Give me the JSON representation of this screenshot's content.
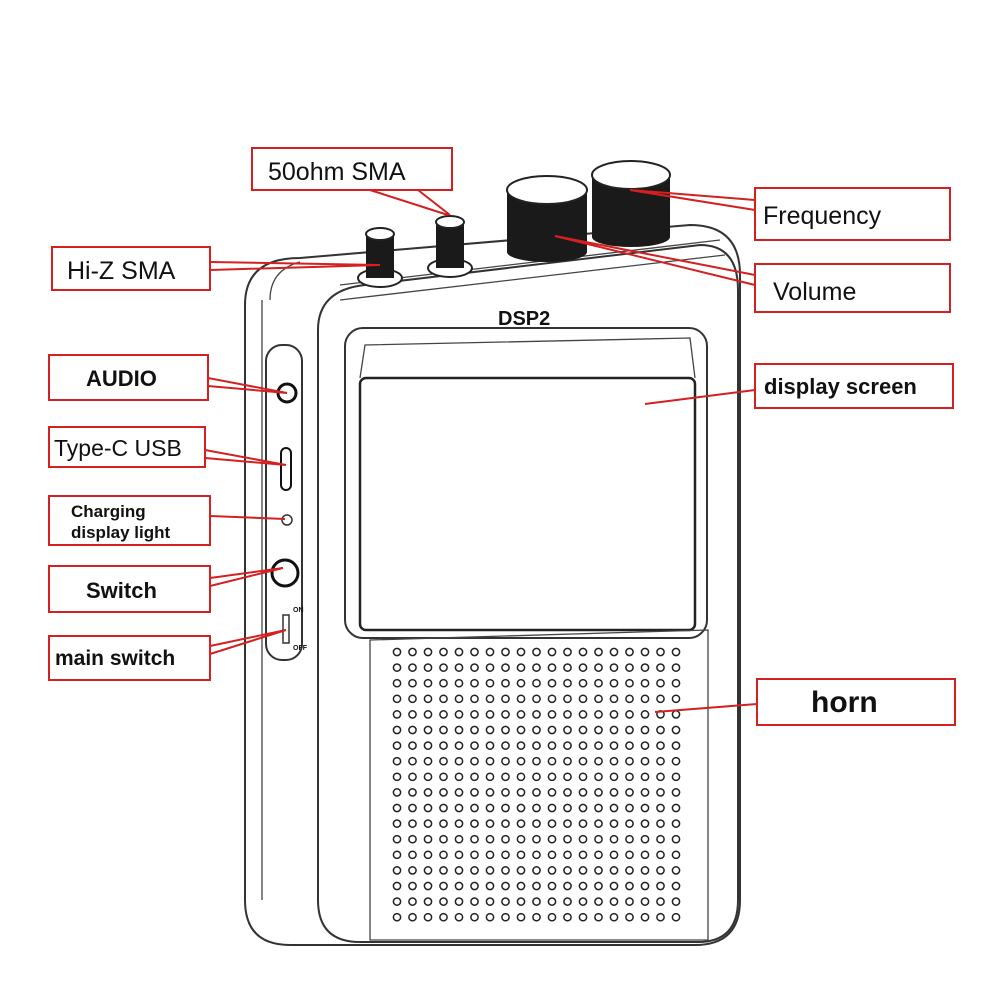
{
  "device": {
    "model": "DSP2",
    "switch_on": "ON",
    "switch_off": "OFF"
  },
  "callouts": {
    "sma_50ohm": "50ohm SMA",
    "hiz_sma": "Hi-Z SMA",
    "frequency": "Frequency",
    "volume": "Volume",
    "display_screen": "display screen",
    "audio": "AUDIO",
    "type_c_usb": "Type-C USB",
    "charging_line1": "Charging",
    "charging_line2": "display light",
    "switch": "Switch",
    "main_switch": "main switch",
    "horn": "horn"
  },
  "colors": {
    "callout": "#d42020",
    "knob": "#1a1a1a"
  }
}
